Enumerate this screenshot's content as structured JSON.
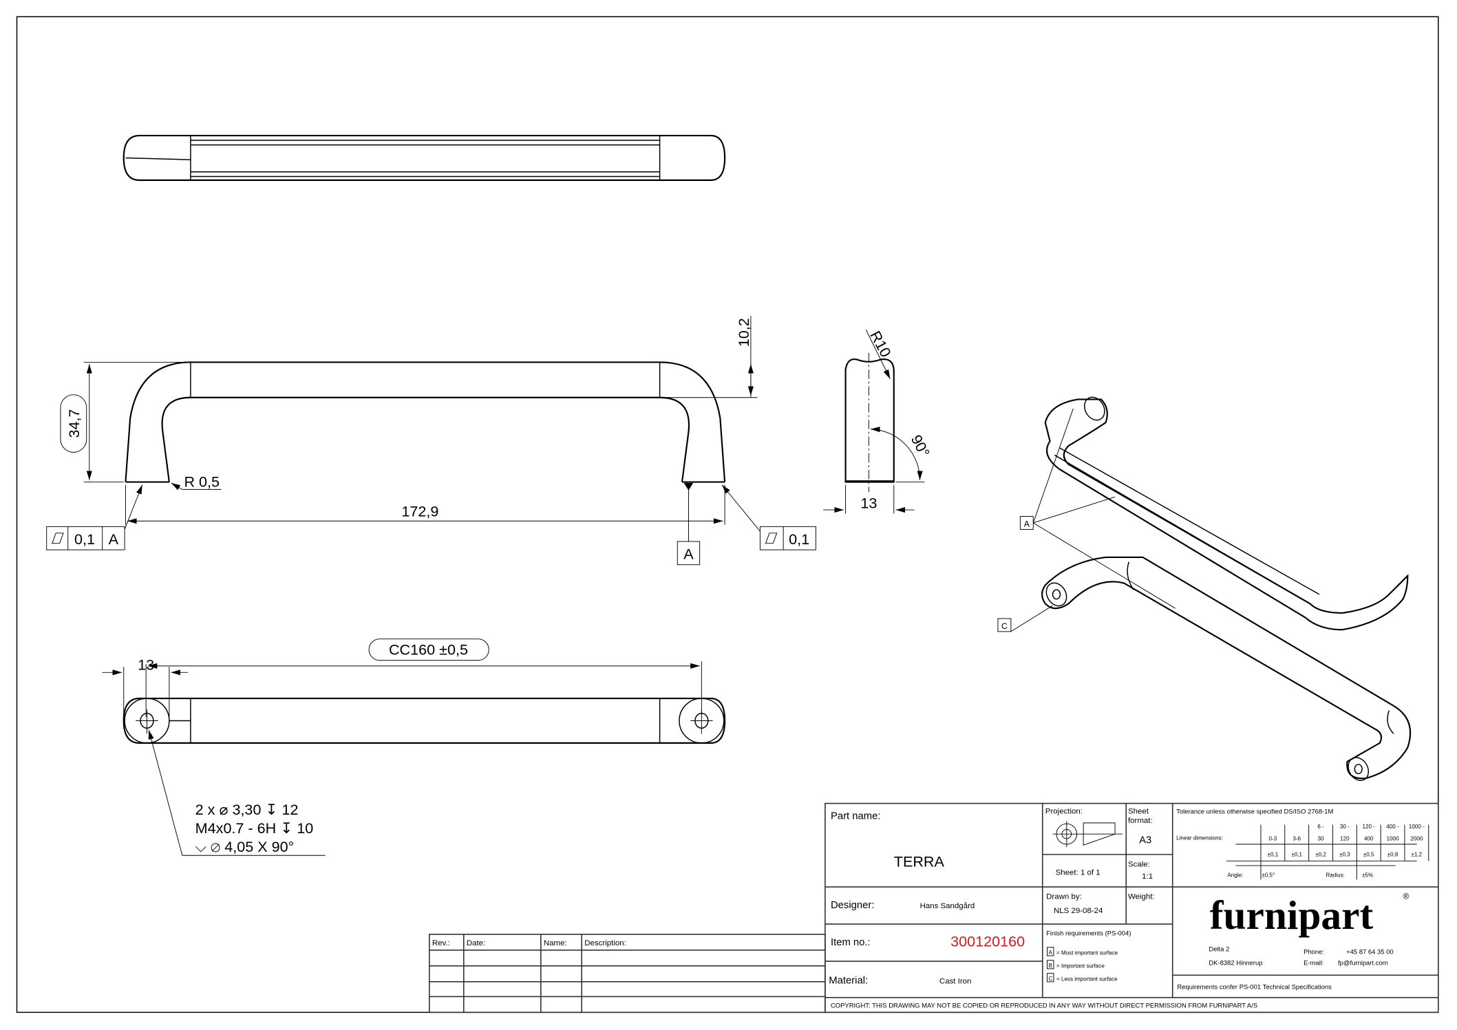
{
  "views": {
    "front": {
      "height_dim": "34,7",
      "thickness_dim": "10,2",
      "radius_note": "R 0,5",
      "length_dim": "172,9",
      "fcf_left": {
        "value": "0,1",
        "datum": "A"
      },
      "fcf_right": {
        "value": "0,1"
      },
      "datum_label": "A"
    },
    "side": {
      "radius_dim": "R10",
      "angle_dim": "90°",
      "width_dim": "13"
    },
    "bottom": {
      "width_dim": "13",
      "cc_dim": "CC160 ±0,5",
      "hole_note": [
        "2 x ⌀ 3,30 ↧ 12",
        "M4x0.7 - 6H ↧ 10",
        "⌵ ⌀ 4,05 X 90°"
      ]
    },
    "iso": {
      "label_a": "A",
      "label_c": "C"
    }
  },
  "revision_table": {
    "headers": [
      "Rev.:",
      "Date:",
      "Name:",
      "Description:"
    ],
    "rows": 4
  },
  "title_block": {
    "part_name_label": "Part name:",
    "part_name": "TERRA",
    "projection_label": "Projection:",
    "sheet_format_label": "Sheet format:",
    "sheet_format_line1": "Sheet",
    "sheet_format_line2": "format:",
    "sheet_format": "A3",
    "sheet": "Sheet: 1 of 1",
    "scale_label": "Scale:",
    "scale": "1:1",
    "designer_label": "Designer:",
    "designer": "Hans Sandgård",
    "drawn_by_label": "Drawn by:",
    "drawn_by": "NLS 29-08-24",
    "weight_label": "Weight:",
    "item_no_label": "Item no.:",
    "item_no": "300120160",
    "material_label": "Material:",
    "material": "Cast Iron",
    "finish_title": "Finish requirements (PS-004)",
    "finish": [
      {
        "key": "A",
        "text": "= Most important surface"
      },
      {
        "key": "B",
        "text": "= Important surface"
      },
      {
        "key": "C",
        "text": "= Less important surface"
      }
    ],
    "tolerance_title": "Tolerance unless otherwise specified DS/ISO 2768-1M",
    "linear_label": "Linear dimensions:",
    "ranges": [
      [
        "",
        "0-3"
      ],
      [
        "",
        "3-6"
      ],
      [
        "6 -",
        "30"
      ],
      [
        "30 -",
        "120"
      ],
      [
        "120 -",
        "400"
      ],
      [
        "400 -",
        "1000"
      ],
      [
        "1000 -",
        "2000"
      ]
    ],
    "linear_tol": [
      "±0,1",
      "±0,1",
      "±0,2",
      "±0,3",
      "±0,5",
      "±0,8",
      "±1,2"
    ],
    "angle_label": "Angle:",
    "angle_tol": "±0,5°",
    "radius_label": "Radius:",
    "radius_tol": "±5%",
    "company": "furnipart",
    "address1": "Delta 2",
    "address2": "DK-8382 Hinnerup",
    "phone_label": "Phone:",
    "phone": "+45 87 64 35 00",
    "email_label": "E-mail:",
    "email": "fp@furnipart.com",
    "requirements": "Requirements confer PS-001 Technical Specifications",
    "copyright": "COPYRIGHT: THIS DRAWING MAY NOT BE COPIED OR REPRODUCED IN ANY WAY WITHOUT DIRECT PERMISSION FROM FURNIPART A/S"
  },
  "colors": {
    "item_no": "#d7191c"
  }
}
